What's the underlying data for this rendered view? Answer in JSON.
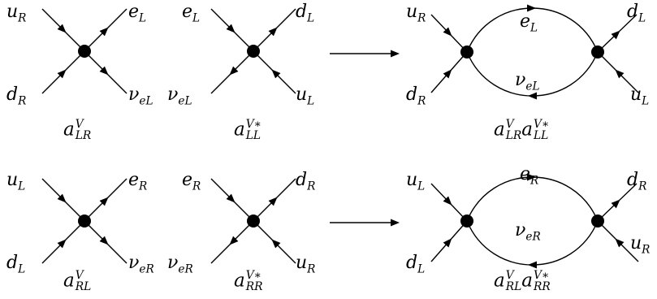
{
  "arrow_color": "#000000",
  "diagrams": {
    "top_left": {
      "tl": {
        "base": "u",
        "sub": "R"
      },
      "tr": {
        "base": "e",
        "sub": "L"
      },
      "bl": {
        "base": "d",
        "sub": "R"
      },
      "br": {
        "base": "ν",
        "sub": "eL"
      },
      "coef": {
        "base": "a",
        "sup": "V",
        "sub": "LR"
      }
    },
    "top_mid": {
      "tl": {
        "base": "e",
        "sub": "L"
      },
      "tr": {
        "base": "d",
        "sub": "L"
      },
      "bl": {
        "base": "ν",
        "sub": "eL"
      },
      "br": {
        "base": "u",
        "sub": "L"
      },
      "coef": {
        "base": "a",
        "sup": "V∗",
        "sub": "LL"
      }
    },
    "bot_left": {
      "tl": {
        "base": "u",
        "sub": "L"
      },
      "tr": {
        "base": "e",
        "sub": "R"
      },
      "bl": {
        "base": "d",
        "sub": "L"
      },
      "br": {
        "base": "ν",
        "sub": "eR"
      },
      "coef": {
        "base": "a",
        "sup": "V",
        "sub": "RL"
      }
    },
    "bot_mid": {
      "tl": {
        "base": "e",
        "sub": "R"
      },
      "tr": {
        "base": "d",
        "sub": "R"
      },
      "bl": {
        "base": "ν",
        "sub": "eR"
      },
      "br": {
        "base": "u",
        "sub": "R"
      },
      "coef": {
        "base": "a",
        "sup": "V∗",
        "sub": "RR"
      }
    },
    "top_loop": {
      "tl": {
        "base": "u",
        "sub": "R"
      },
      "tr": {
        "base": "d",
        "sub": "L"
      },
      "bl": {
        "base": "d",
        "sub": "R"
      },
      "br": {
        "base": "u",
        "sub": "L"
      },
      "upper": {
        "base": "e",
        "sub": "L"
      },
      "lower": {
        "base": "ν",
        "sub": "eL"
      },
      "coef1": {
        "base": "a",
        "sup": "V",
        "sub": "LR"
      },
      "coef2": {
        "base": "a",
        "sup": "V∗",
        "sub": "LL"
      }
    },
    "bot_loop": {
      "tl": {
        "base": "u",
        "sub": "L"
      },
      "tr": {
        "base": "d",
        "sub": "R"
      },
      "bl": {
        "base": "d",
        "sub": "L"
      },
      "br": {
        "base": "u",
        "sub": "R"
      },
      "upper": {
        "base": "e",
        "sub": "R"
      },
      "lower": {
        "base": "ν",
        "sub": "eR"
      },
      "coef1": {
        "base": "a",
        "sup": "V",
        "sub": "RL"
      },
      "coef2": {
        "base": "a",
        "sup": "V∗",
        "sub": "RR"
      }
    }
  }
}
